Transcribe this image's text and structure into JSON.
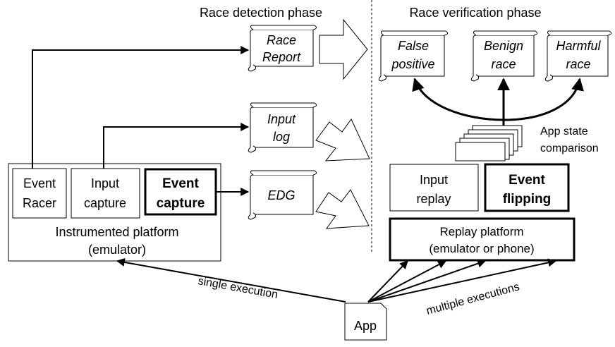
{
  "phases": {
    "detection": "Race detection phase",
    "verification": "Race verification phase"
  },
  "scrolls": {
    "race_report": [
      "Race",
      "Report"
    ],
    "input_log": [
      "Input",
      "log"
    ],
    "edg": [
      "EDG"
    ],
    "false_positive": [
      "False",
      "positive"
    ],
    "benign_race": [
      "Benign",
      "race"
    ],
    "harmful_race": [
      "Harmful",
      "race"
    ]
  },
  "boxes": {
    "event_racer": [
      "Event",
      "Racer"
    ],
    "input_capture": [
      "Input",
      "capture"
    ],
    "event_capture": [
      "Event",
      "capture"
    ],
    "instrumented_platform": [
      "Instrumented platform",
      "(emulator)"
    ],
    "input_replay": [
      "Input",
      "replay"
    ],
    "event_flipping": [
      "Event",
      "flipping"
    ],
    "replay_platform": [
      "Replay platform",
      "(emulator or phone)"
    ],
    "app": "App"
  },
  "labels": {
    "app_state": [
      "App state",
      "comparison"
    ],
    "single_execution": "single execution",
    "multiple_executions": "multiple executions"
  }
}
